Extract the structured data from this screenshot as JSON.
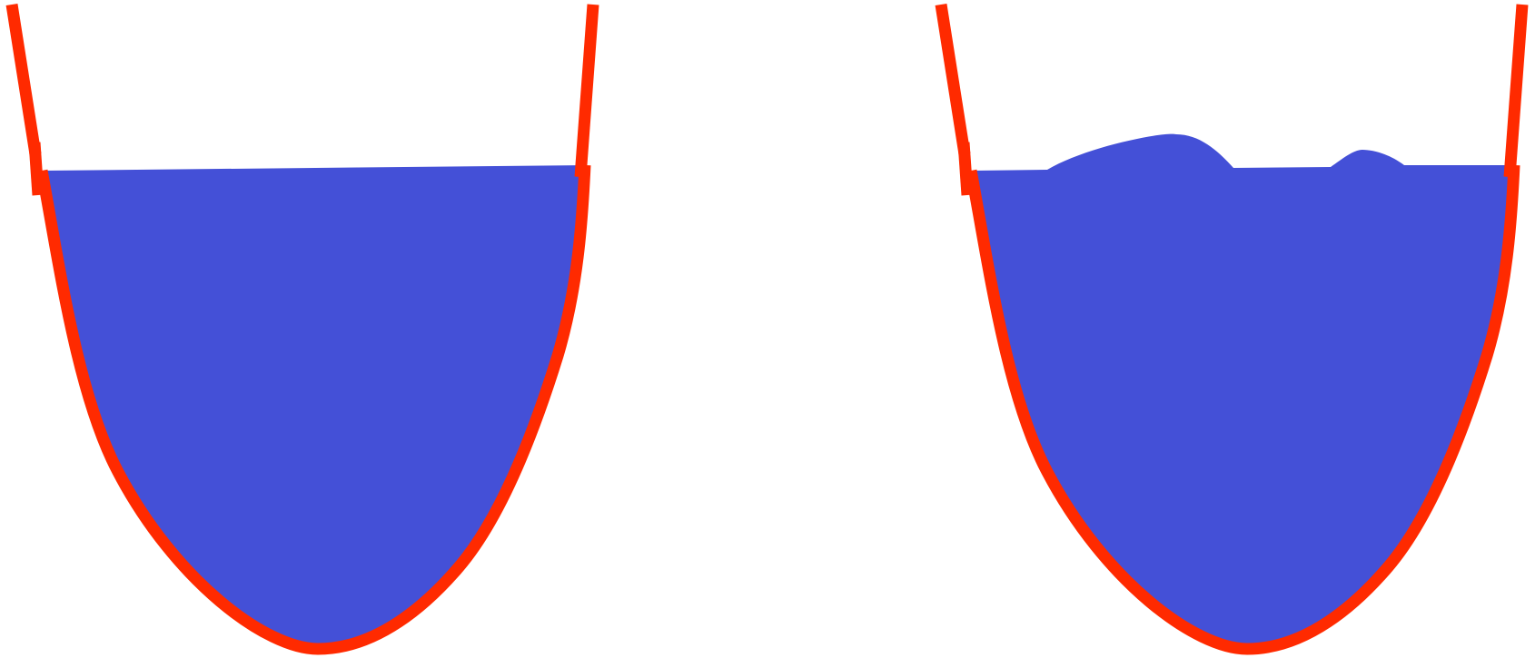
{
  "colors": {
    "background": "#ffffff",
    "fluid": "#4450d7",
    "container_outline": "#ff2a00"
  },
  "panels": [
    {
      "id": "left",
      "surface": "flat"
    },
    {
      "id": "right",
      "surface": "wavy"
    }
  ]
}
